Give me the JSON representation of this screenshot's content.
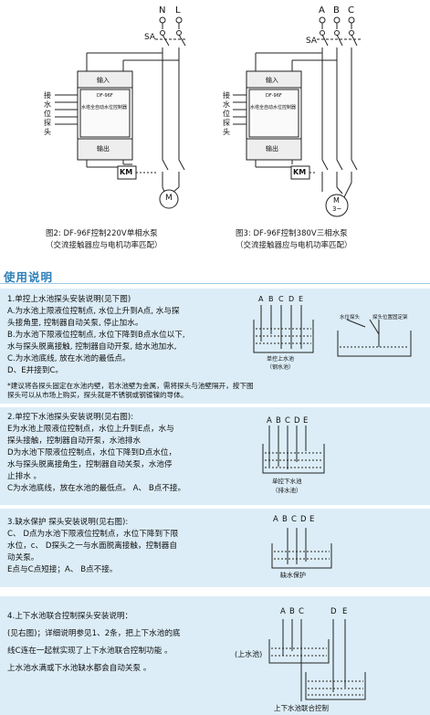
{
  "fig2": {
    "terminals": [
      "N",
      "L"
    ],
    "switch": "SA",
    "probe_label": [
      "接",
      "水",
      "位",
      "探",
      "头"
    ],
    "input": "输入",
    "output": "输出",
    "model": "DF-96F",
    "device_name": "水塔全自动水位控制器",
    "contactor": "KM",
    "motor": "M",
    "caption1": "图2: DF-96F控制220V单相水泵",
    "caption2": "（交流接触器应与电机功率匹配）"
  },
  "fig3": {
    "terminals": [
      "A",
      "B",
      "C"
    ],
    "switch": "SA",
    "probe_label": [
      "接",
      "水",
      "位",
      "探",
      "头"
    ],
    "input": "输入",
    "output": "输出",
    "model": "DF-96F",
    "device_name": "水塔全自动水位控制器",
    "contactor": "KM",
    "motor": "M",
    "motor_phase": "3~",
    "caption1": "图3: DF-96F控制380V三相水泵",
    "caption2": "（交流接触器应与电机功率匹配）"
  },
  "section_title": "使用说明",
  "s1": {
    "lines": [
      "1.单控上水池探头安装说明(见下图)",
      "A.为水池上限液位控制点, 水位上升到A点, 水与探",
      "   头接角里, 控制器自动关泵, 停止加水。",
      "B.为水池下限液位控制点, 水位下降到B点水位以下,",
      "   水与探头脱离接触, 控制器自动开泵, 给水池加水,",
      "C.为水池底线, 放在水池的最低点。",
      "D、E并接到C。"
    ],
    "letters": [
      "A",
      "B",
      "C",
      "D",
      "E"
    ],
    "diagram_caption": [
      "单控上水池",
      "（钢水池）"
    ],
    "probe_label": "水位探头",
    "mount_label": "探头位置固定架",
    "note": [
      "*建议将各探头固定在水池内壁，若水池壁为金属，需将探头与池壁隔开，按下图",
      "探头可以从市场上购买，探头就是不锈钢或钢镀镍的导体。"
    ]
  },
  "s2": {
    "lines": [
      "2.单控下水池探头安装说明(见右图):",
      "E为水池上限液位控制点，水位上升到E点，水与",
      "探头接触，控制器自动开泵，水池排水",
      "D为水池下限液位控制点，水位下降到D点水位，",
      "水与探头脱离接角生，控制器自动关泵，水池停",
      "止排水 。",
      "C为水池底线，放在水池的最低点。 A、 B点不接。"
    ],
    "letters": [
      "A",
      "B",
      "C",
      "D",
      "E"
    ],
    "diagram_caption": [
      "单控下水池",
      "（排水池）"
    ]
  },
  "s3": {
    "lines": [
      "3.缺水保护 探头安装说明(见右图):",
      "C、 D点为水池下限液位控制点，水位下降到下限",
      "水位，c、 D探头之一与水面脱离接触，控制器自",
      "动关泵。",
      "E点与C点短接；A、 B点不接。"
    ],
    "letters": [
      "A",
      "B",
      "C",
      "D",
      "E"
    ],
    "diagram_caption": "缺水保护"
  },
  "s4": {
    "lines": [
      "4.上下水池联合控制探头安装说明：",
      "(见右图)；详细说明参见1、2条，把上下水池的底",
      "线C连在一起就实现了上下水池联合控制功能 。",
      "上水池水满或下水池缺水都会自动关泵 。"
    ],
    "letters_top": [
      "A",
      "B",
      "C"
    ],
    "letters_bottom": [
      "D",
      "E"
    ],
    "upper_label": "(上水池)",
    "diagram_caption": "上下水池联合控制"
  }
}
